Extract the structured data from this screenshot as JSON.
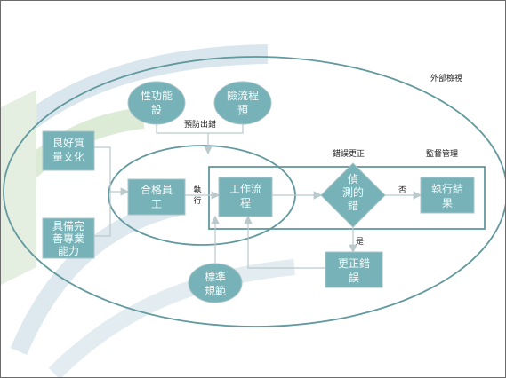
{
  "labels": {
    "external_monitoring": "外部檢視",
    "prevent_errors": "預防出錯",
    "error_correction": "錯誤更正",
    "supervision_management": "監督管理",
    "execute": "執行",
    "no": "否",
    "yes": "是"
  },
  "nodes": {
    "function_design": "性功能設",
    "process_risk": "險流程預",
    "quality_culture": "良好質量文化",
    "professional_skills": "具備完善專業能力",
    "qualified_staff": "合格員工",
    "work_process": "工作流程",
    "detection": "偵測的錯",
    "execution_result": "執行結果",
    "standard_spec": "標準規範",
    "correct_error": "更正錯誤"
  },
  "colors": {
    "box_fill": "#76b2b7",
    "outline": "#62999e",
    "connector": "#b9c9cc",
    "background_swoosh": "#d9e6ee",
    "background_swoosh_green": "#dcebd6"
  }
}
